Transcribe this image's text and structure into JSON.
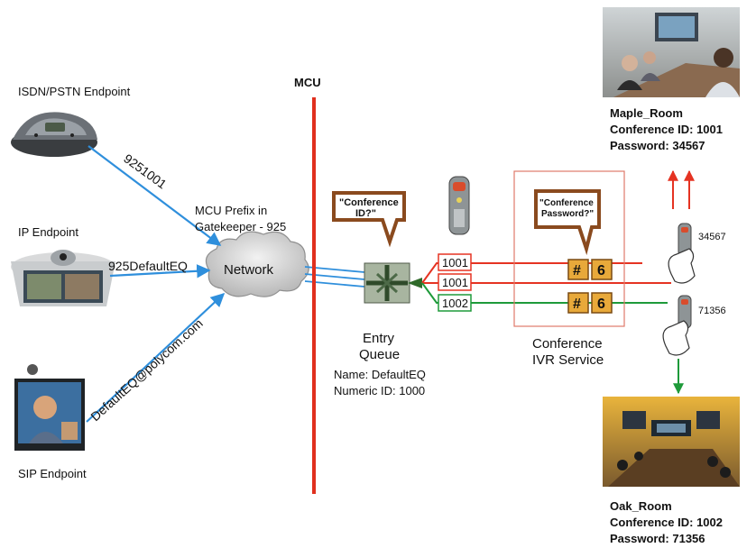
{
  "mcu": {
    "label": "MCU"
  },
  "endpoints": {
    "isdn": {
      "label": "ISDN/PSTN Endpoint",
      "dial": "9251001"
    },
    "ip": {
      "label": "IP Endpoint",
      "dial": "925DefaultEQ"
    },
    "sip": {
      "label": "SIP Endpoint",
      "dial": "DefaultEQ@polycom.com"
    }
  },
  "gatekeeper": {
    "line1": "MCU Prefix in",
    "line2": "Gatekeeper - 925"
  },
  "network": {
    "label": "Network"
  },
  "entry_queue": {
    "bubble_line1": "\"Conference",
    "bubble_line2": "ID?\"",
    "title_line1": "Entry",
    "title_line2": "Queue",
    "name": "Name: DefaultEQ",
    "numeric_id": "Numeric ID: 1000"
  },
  "ids": [
    "1001",
    "1001",
    "1002"
  ],
  "ivr": {
    "bubble_line1": "\"Conference",
    "bubble_line2": "Password?\"",
    "title_line1": "Conference",
    "title_line2": "IVR Service",
    "key_hash": "#",
    "key_six": "6"
  },
  "passwords": {
    "upper": "34567",
    "lower": "71356"
  },
  "maple_room": {
    "name": "Maple_Room",
    "conf_id": "Conference ID: 1001",
    "password": "Password: 34567"
  },
  "oak_room": {
    "name": "Oak_Room",
    "conf_id": "Conference ID: 1002",
    "password": "Password: 71356"
  },
  "colors": {
    "blue": "#2f8fdc",
    "red": "#e53322",
    "green": "#1e9a3a",
    "mcu": "#e0301e"
  }
}
